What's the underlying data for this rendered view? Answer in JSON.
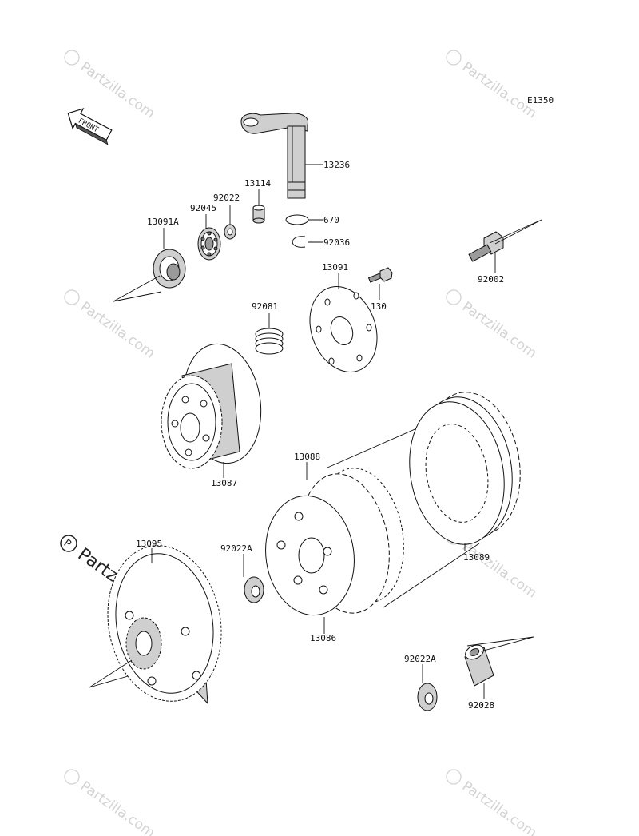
{
  "diagram": {
    "code": "E1350",
    "front_label": "FRONT",
    "watermark": "Partzilla.com",
    "watermark_main": "Partzilla.com",
    "parts": {
      "p13236": "13236",
      "p13114": "13114",
      "p92022": "92022",
      "p92045": "92045",
      "p13091A": "13091A",
      "p670": "670",
      "p92036": "92036",
      "p92002": "92002",
      "p13091": "13091",
      "p130": "130",
      "p92081": "92081",
      "p13087": "13087",
      "p13088": "13088",
      "p13089": "13089",
      "p13095": "13095",
      "p92022A_1": "92022A",
      "p13086": "13086",
      "p92022A_2": "92022A",
      "p92028": "92028"
    }
  }
}
